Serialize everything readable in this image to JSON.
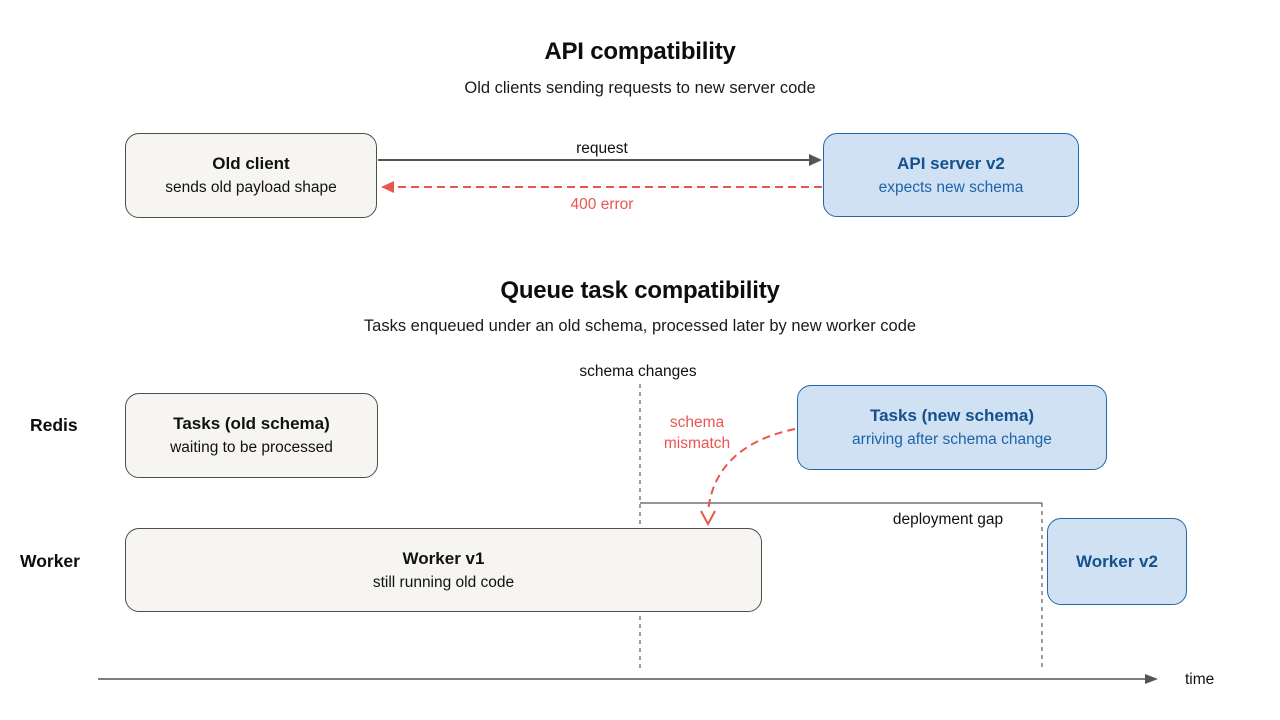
{
  "colors": {
    "gray_box_fill": "#f6f5f2",
    "gray_box_border": "#4d4d4d",
    "blue_box_fill": "#cfe1f2",
    "blue_box_border": "#2267aa",
    "blue_title_text": "#14518e",
    "blue_subtitle_text": "#1e64a8",
    "error_red": "#e8564e",
    "line_gray": "#555555",
    "text_black": "#111111"
  },
  "sections": {
    "api": {
      "title": "API compatibility",
      "subtitle": "Old clients sending requests to new server code",
      "client_box": {
        "title": "Old client",
        "subtitle": "sends old payload shape"
      },
      "server_box": {
        "title": "API server v2",
        "subtitle": "expects new schema"
      },
      "request_label": "request",
      "error_label": "400 error"
    },
    "queue": {
      "title": "Queue task compatibility",
      "subtitle": "Tasks enqueued under an old schema, processed later by new worker code",
      "schema_changes_label": "schema changes",
      "schema_mismatch_line1": "schema",
      "schema_mismatch_line2": "mismatch",
      "deployment_gap_label": "deployment gap",
      "time_label": "time",
      "rows": [
        {
          "label": "Redis"
        },
        {
          "label": "Worker"
        }
      ],
      "old_tasks_box": {
        "title": "Tasks (old schema)",
        "subtitle": "waiting to be processed"
      },
      "new_tasks_box": {
        "title": "Tasks (new schema)",
        "subtitle": "arriving after schema change"
      },
      "worker_v1_box": {
        "title": "Worker v1",
        "subtitle": "still running old code"
      },
      "worker_v2_box": {
        "title": "Worker v2"
      }
    }
  }
}
